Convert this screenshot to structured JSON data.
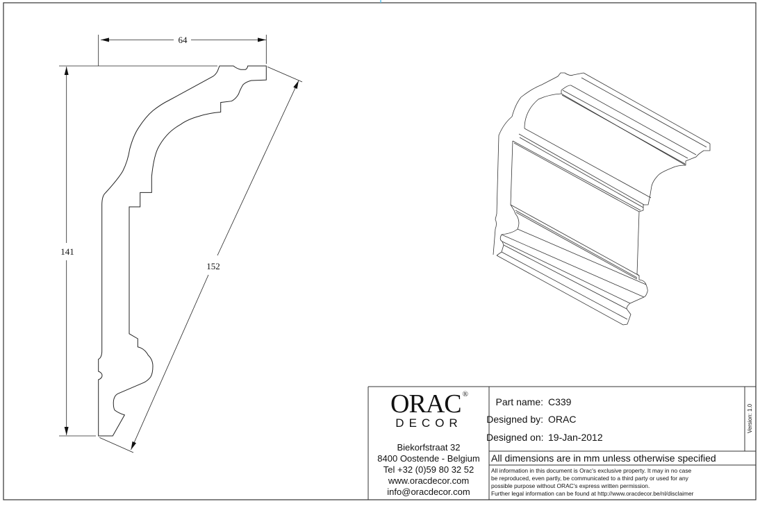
{
  "colors": {
    "line": "#222222",
    "accent": "#5bc0eb"
  },
  "dimensions": {
    "width": "64",
    "height": "141",
    "diagonal": "152"
  },
  "title_block": {
    "logo_main": "ORAC",
    "logo_sub": "DECOR",
    "logo_reg": "®",
    "address": [
      "Biekorfstraat 32",
      "8400 Oostende - Belgium",
      "Tel  +32 (0)59 80 32 52",
      "www.oracdecor.com",
      "info@oracdecor.com"
    ],
    "part_name_label": "Part name:",
    "part_name": "C339",
    "designed_by_label": "Designed by:",
    "designed_by": "ORAC",
    "designed_on_label": "Designed on:",
    "designed_on": "19-Jan-2012",
    "version": "Version: 1.0",
    "units_note": "All dimensions are in mm unless otherwise specified",
    "legal": [
      "All information in this document is Orac's exclusive property.  It may in no case",
      "be reproduced, even partly, be communicated to a third party or used for any",
      "possible purpose without ORAC's express written permission.",
      "Further legal information can be found at http://www.oracdecor.be/nl/disclaimer"
    ]
  }
}
